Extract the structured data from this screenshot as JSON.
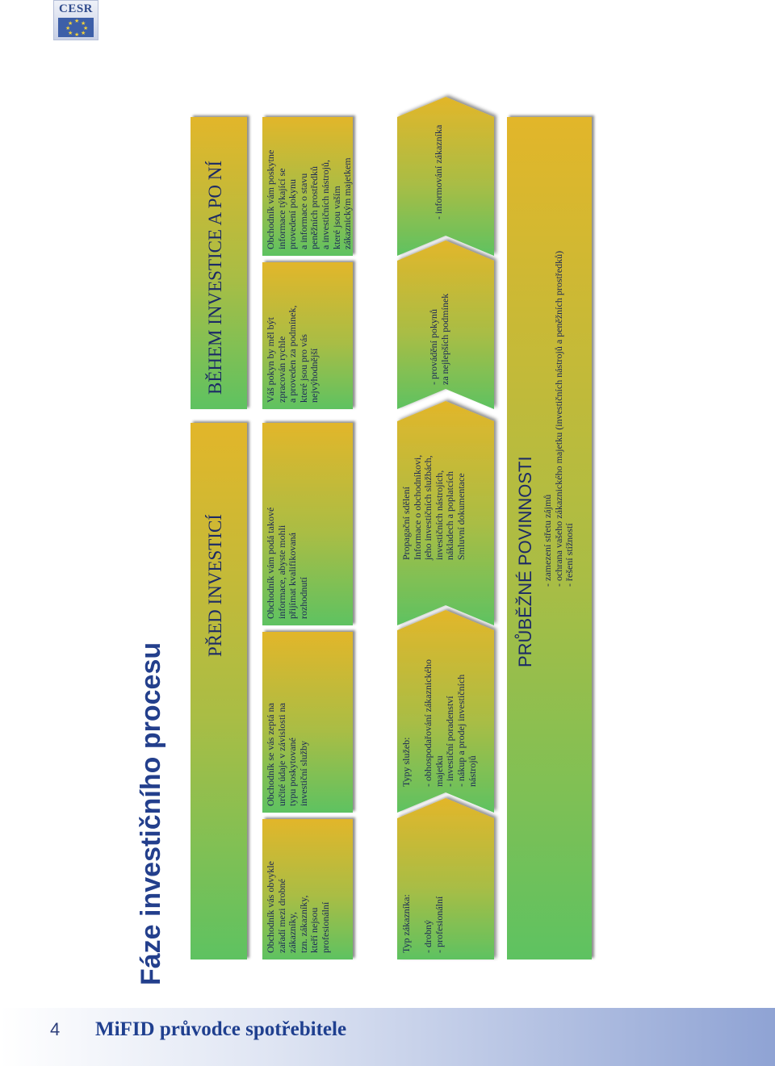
{
  "logo": {
    "text": "CESR"
  },
  "page_title": "Fáze investičního procesu",
  "headers": {
    "before": "PŘED INVESTICÍ",
    "after": "BĚHEM INVESTICE A PO NÍ"
  },
  "row1": [
    "Obchodník vás obvykle\nzařadí mezi drobné\nzákazníky,\ntzn. zákazníky,\nkteří nejsou\nprofesionální",
    "Obchodník se vás zeptá na\nurčité údaje v závislosti na\ntypu poskytované\ninvestiční služby",
    "Obchodník vám podá takové\ninformace, abyste mohli\npřijímat kvalifikovaná\nrozhodnutí",
    "Váš pokyn by měl být\nzpracován rychle\na proveden za podmínek,\nkteré jsou pro vás\nnejvýhodnější",
    "Obchodník vám poskytne\ninformace týkající se\nprovedení pokynu\na informace o stavu\npeněžních prostředků\na investičních nástrojů,\nkteré jsou vaším\nzákaznickým majetkem"
  ],
  "arrow_labels": [
    "Typ zákazníka:\n\n- drobný\n- profesionální",
    "Typy služeb:\n\n- obhospodařování zákaznického\n   majetku\n- investiční poradenství\n- nákup a prodej investičních\n   nástrojů",
    "Propagační sdělení\nInformace o obchodníkovi,\njeho investičních službách,\ninvestičních nástrojích,\nnákladech a poplatcích\nSmluvní dokumentace",
    "- provádění  pokynů\n  za nejlepších podmínek",
    "- informování zákazníka"
  ],
  "ongoing": {
    "title": "PRŮBĚŽNÉ POVINNOSTI",
    "items": "- zamezení střetu zájmů\n- ochrana vašeho zákaznického majetku (investičních nástrojů a peněžních prostředků)\n- řešení stížností"
  },
  "footer": {
    "page_number": "4",
    "book_title": "MiFID průvodce spotřebitele"
  }
}
